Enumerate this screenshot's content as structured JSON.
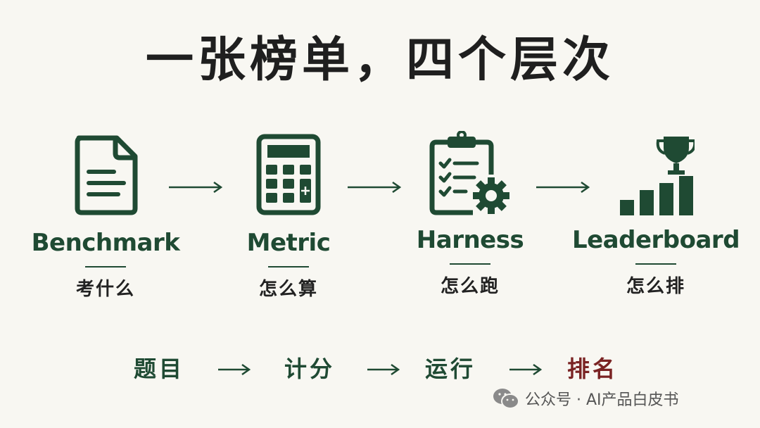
{
  "title": "一张榜单，四个层次",
  "stages": [
    {
      "name_en": "Benchmark",
      "name_zh": "考什么",
      "icon": "document-icon"
    },
    {
      "name_en": "Metric",
      "name_zh": "怎么算",
      "icon": "calculator-icon"
    },
    {
      "name_en": "Harness",
      "name_zh": "怎么跑",
      "icon": "clipboard-gear-icon"
    },
    {
      "name_en": "Leaderboard",
      "name_zh": "怎么排",
      "icon": "trophy-bars-icon"
    }
  ],
  "flow": [
    "题目",
    "计分",
    "运行",
    "排名"
  ],
  "watermark": "公众号 · AI产品白皮书",
  "colors": {
    "accent": "#1f4a33",
    "highlight": "#7a2323",
    "background": "#f8f7f2",
    "text": "#1f1f1f"
  }
}
